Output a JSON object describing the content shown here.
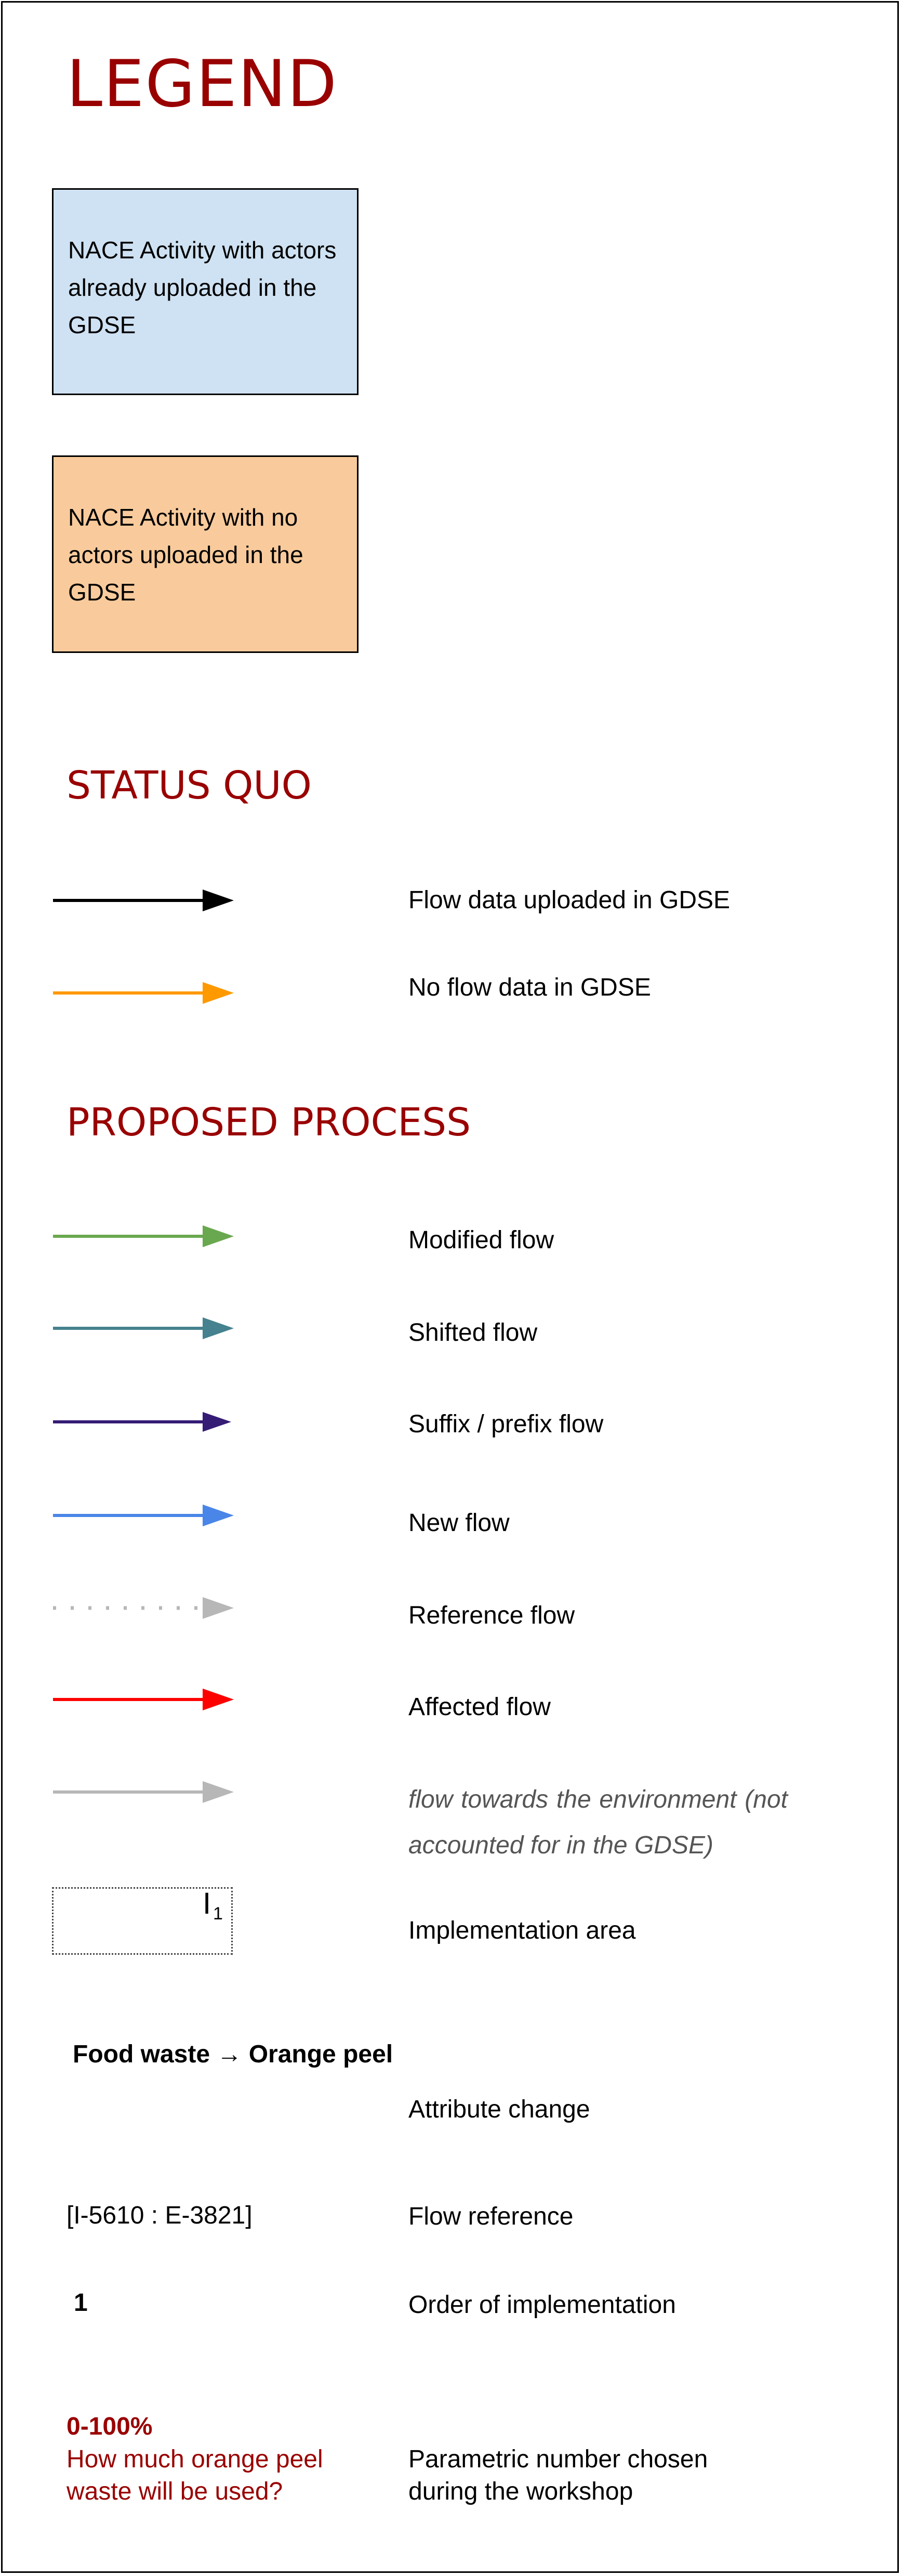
{
  "legend": {
    "title": "LEGEND"
  },
  "boxes": [
    {
      "text": "NACE Activity with actors already uploaded  in the GDSE",
      "color": "#cfe2f3"
    },
    {
      "text": "NACE Activity with no actors uploaded in the GDSE",
      "color": "#f9cb9c"
    }
  ],
  "status_quo": {
    "title": "STATUS QUO",
    "items": [
      {
        "label": "Flow data uploaded  in GDSE",
        "color": "#000000"
      },
      {
        "label": "No flow data in GDSE",
        "color": "#ff9900"
      }
    ]
  },
  "proposed": {
    "title": "PROPOSED PROCESS",
    "items": [
      {
        "label": "Modified flow",
        "color": "#6aa84f"
      },
      {
        "label": "Shifted flow",
        "color": "#45818e"
      },
      {
        "label": "Suffix / prefix flow",
        "color": "#351c75"
      },
      {
        "label": "New flow",
        "color": "#4a86e8"
      },
      {
        "label": "Reference flow",
        "color": "#b7b7b7"
      },
      {
        "label": "Affected flow",
        "color": "#ff0000"
      },
      {
        "label": "flow  towards  the  environment (not accounted for in the GDSE)",
        "color": "#b7b7b7"
      }
    ]
  },
  "implementation": {
    "marker": "I",
    "subscript": "1",
    "label": "Implementation area"
  },
  "attribute": {
    "example": "Food waste → Orange peel",
    "label": "Attribute change"
  },
  "flow_reference": {
    "example": "[I-5610 : E-3821]",
    "label": "Flow reference"
  },
  "order": {
    "example": "1",
    "label": "Order of implementation"
  },
  "parametric": {
    "range": "0-100%",
    "question": "How much orange peel waste will be used?",
    "label": "Parametric number chosen during the workshop",
    "accent": "#990000"
  }
}
